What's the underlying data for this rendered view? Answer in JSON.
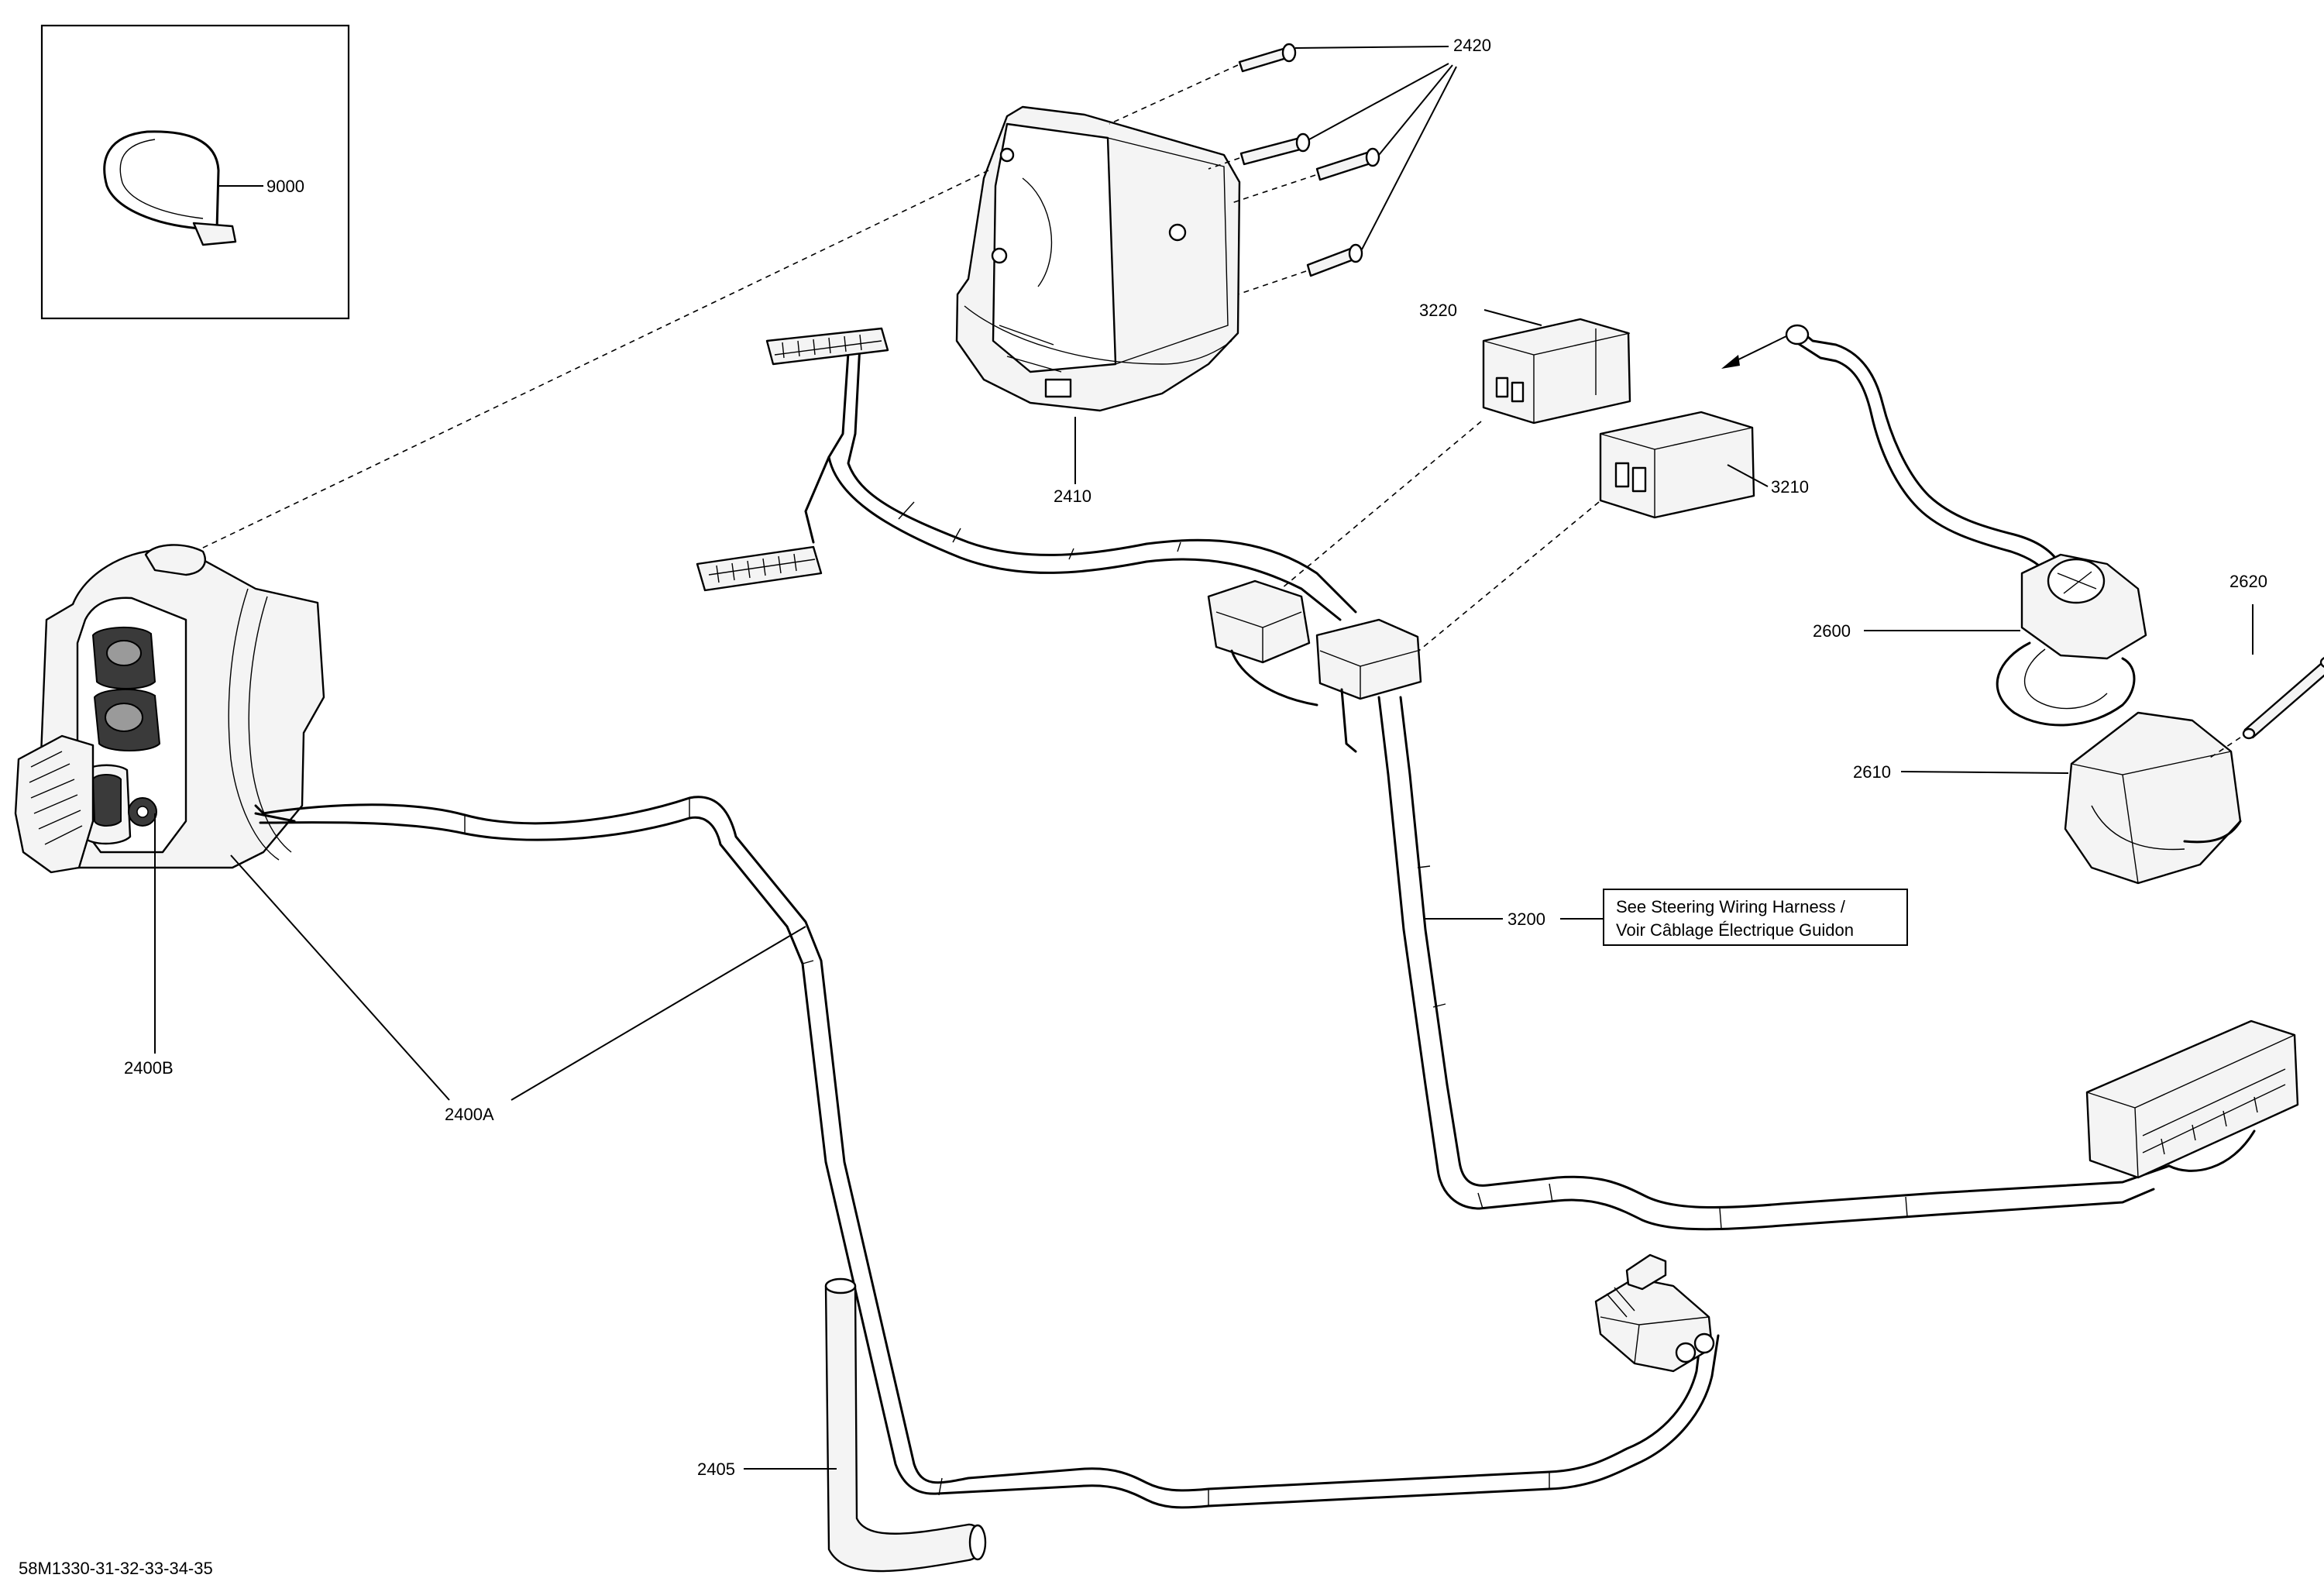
{
  "diagram": {
    "callouts": {
      "p9000": "9000",
      "p2420": "2420",
      "p2410": "2410",
      "p3220": "3220",
      "p3210": "3210",
      "p2600": "2600",
      "p2620": "2620",
      "p2610": "2610",
      "p3200": "3200",
      "p2400b": "2400B",
      "p2400a": "2400A",
      "p2405": "2405"
    },
    "note_line1": "See Steering Wiring Harness /",
    "note_line2": "Voir Câblage Électrique Guidon",
    "drawing_id": "58M1330-31-32-33-34-35"
  }
}
